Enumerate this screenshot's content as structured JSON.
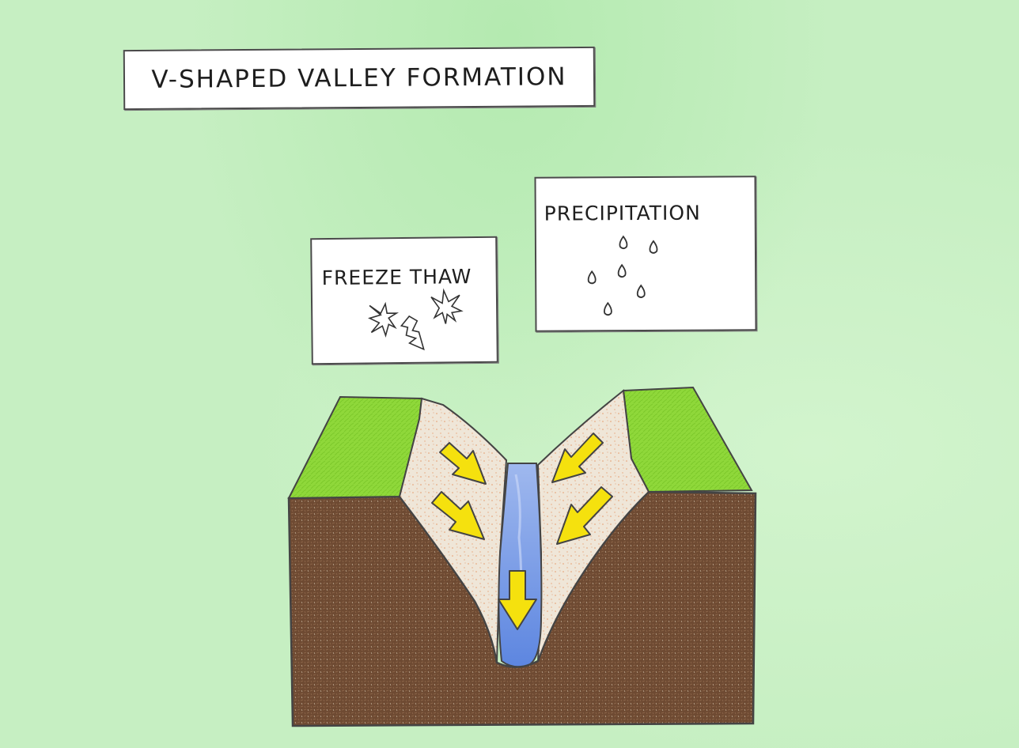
{
  "title": "V-SHAPED VALLEY FORMATION",
  "labels": {
    "freeze_thaw": "FREEZE THAW",
    "precipitation": "PRECIPITATION"
  },
  "colors": {
    "background": "#c6efc2",
    "grass": "#8fd83a",
    "soil": "#6e4a32",
    "valley_slope": "#efe6d8",
    "river": "#7f9fe6",
    "arrow": "#f5e10e",
    "outline": "#444444"
  }
}
